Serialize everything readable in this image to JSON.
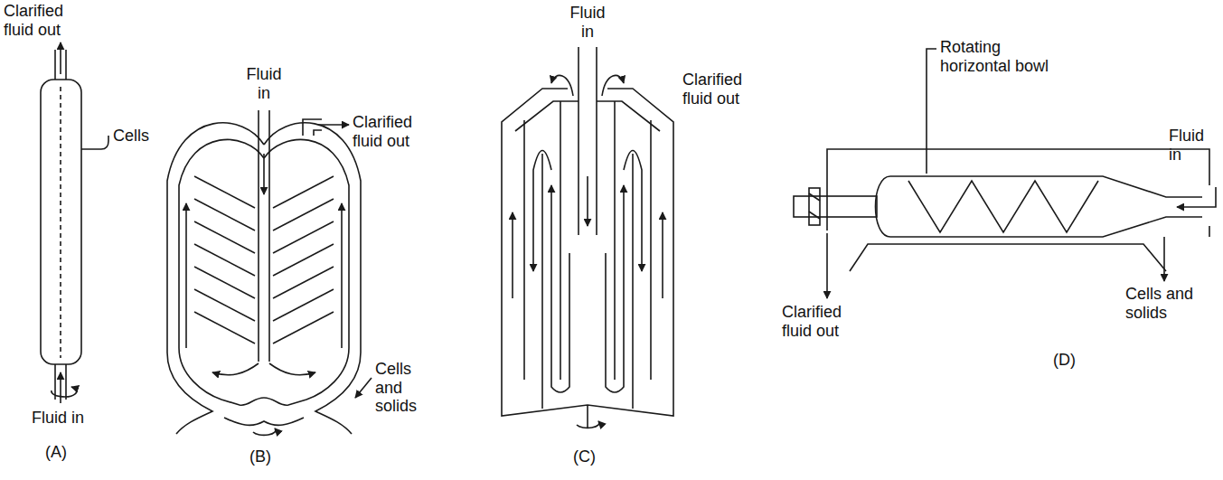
{
  "diagram": {
    "labels": [
      "Clarified fluid out",
      "Cells",
      "Fluid in",
      "(A)",
      "Fluid in",
      "Clarified fluid out",
      "Cells and solids",
      "(B)",
      "Fluid in",
      "Clarified fluid out",
      "(C)",
      "Rotating horizontal bowl",
      "Fluid in",
      "Clarified fluid out",
      "Cells and solids",
      "(D)"
    ]
  }
}
